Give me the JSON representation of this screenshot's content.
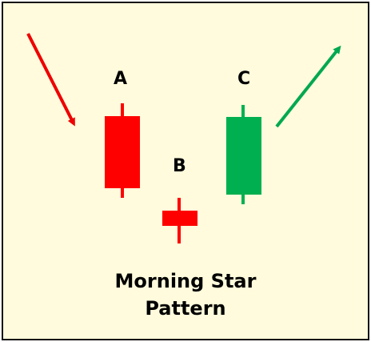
{
  "labels": {
    "a": "A",
    "b": "B",
    "c": "C"
  },
  "title": {
    "line1": "Morning Star",
    "line2": "Pattern"
  },
  "colors": {
    "background": "#fffbdc",
    "border": "#111111",
    "bearish": "#ff0000",
    "bullish": "#00b050",
    "downtrend_arrow": "#ee0000",
    "uptrend_arrow": "#00a84f"
  },
  "candles": [
    {
      "name": "A",
      "direction": "bearish"
    },
    {
      "name": "B",
      "direction": "bearish"
    },
    {
      "name": "C",
      "direction": "bullish"
    }
  ]
}
